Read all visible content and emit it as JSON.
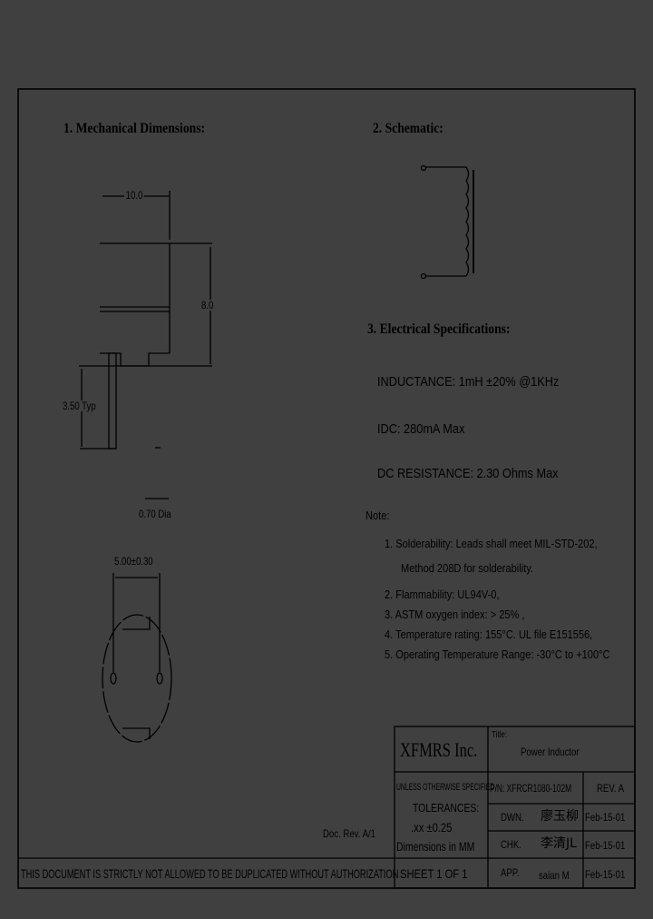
{
  "sections": {
    "mechanical": "1. Mechanical Dimensions:",
    "schematic": "2. Schematic:",
    "electrical": "3. Electrical   Specifications:"
  },
  "dimensions": {
    "width": "10.0",
    "height": "8.0",
    "lead_length": "3.50 Typ",
    "lead_dia": "0.70 Dia",
    "pin_spacing": "5.00±0.30"
  },
  "specs": [
    "INDUCTANCE:  1mH  ±20%  @1KHz",
    "IDC:   280mA  Max",
    "DC  RESISTANCE:   2.30  Ohms  Max"
  ],
  "notes": {
    "label": "Note:",
    "items": [
      "1. Solderability: Leads shall meet MIL-STD-202,",
      "Method 208D for solderability.",
      "2. Flammability: UL94V-0,",
      "3. ASTM oxygen index: > 25% ,",
      "4. Temperature rating: 155°C. UL file E151556,",
      "5. Operating Temperature Range: -30°C to +100°C"
    ]
  },
  "doc_rev": "Doc. Rev. A/1",
  "footer_notice": "THIS DOCUMENT IS STRICTLY NOT ALLOWED TO BE DUPLICATED WITHOUT AUTHORIZATION",
  "title_block": {
    "company": "XFMRS Inc.",
    "title_label": "Title:",
    "title": "Power Inductor",
    "tolerance_header": "UNLESS OTHERWISE SPECIFIED",
    "tolerances_label": "TOLERANCES:",
    "tolerance_value": ".xx  ±0.25",
    "units": "Dimensions in MM",
    "part_number": "P/N: XFRCR1080-102M",
    "rev": "REV. A",
    "drawn_label": "DWN.",
    "drawn_by": "廖玉柳",
    "drawn_date": "Feb-15-01",
    "checked_label": "CHK.",
    "checked_by": "李清JL",
    "checked_date": "Feb-15-01",
    "approved_label": "APP.",
    "approved_by": "saian M",
    "approved_date": "Feb-15-01",
    "sheet": "SHEET  1  OF  1"
  }
}
